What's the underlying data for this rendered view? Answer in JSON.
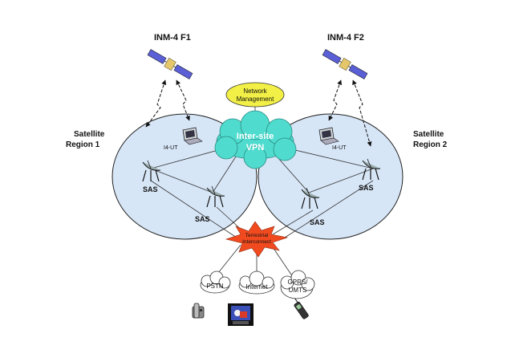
{
  "satellites": {
    "left_label": "INM-4 F1",
    "right_label": "INM-4 F2"
  },
  "regions": {
    "left_label_line1": "Satellite",
    "left_label_line2": "Region 1",
    "right_label_line1": "Satellite",
    "right_label_line2": "Region 2"
  },
  "center": {
    "network_mgmt_line1": "Network",
    "network_mgmt_line2": "Management",
    "vpn_line1": "Inter-site",
    "vpn_line2": "VPN",
    "terrestrial_line1": "Terrestrial",
    "terrestrial_line2": "Interconnect"
  },
  "terminals": {
    "left_ut": "I4-UT",
    "right_ut": "I4-UT"
  },
  "stations": {
    "sas1": "SAS",
    "sas2": "SAS",
    "sas3": "SAS",
    "sas4": "SAS"
  },
  "networks": {
    "pstn": "PSTN",
    "internet": "Internet",
    "gprs_line1": "GPRS/",
    "gprs_line2": "UMTS"
  },
  "colors": {
    "region_fill": "#d7e6f7",
    "vpn_fill": "#4fdccf",
    "network_mgmt_fill": "#f2f046",
    "terrestrial_fill": "#f24a1f"
  }
}
